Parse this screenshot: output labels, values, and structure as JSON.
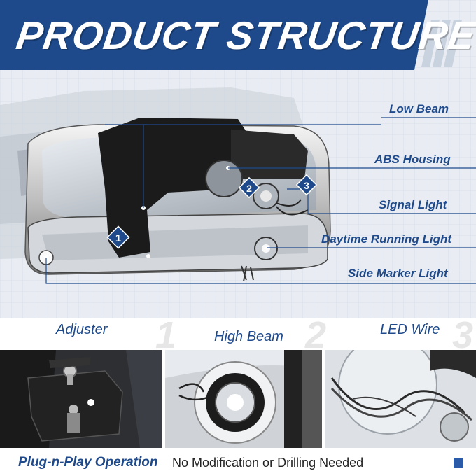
{
  "banner": {
    "title": "PRODUCT STRUCTURE"
  },
  "callouts": [
    {
      "label": "Low Beam"
    },
    {
      "label": "ABS Housing"
    },
    {
      "label": "Signal Light"
    },
    {
      "label": "Daytime Running Light"
    },
    {
      "label": "Side Marker Light"
    }
  ],
  "markers": [
    "1",
    "2",
    "3"
  ],
  "details": [
    {
      "label": "Adjuster",
      "number": "1"
    },
    {
      "label": "High Beam",
      "number": "2"
    },
    {
      "label": "LED Wire",
      "number": "3"
    }
  ],
  "footer": {
    "feature": "Plug-n-Play Operation",
    "note": "No Modification or Drilling Needed"
  },
  "colors": {
    "brand_blue": "#1e4a8c",
    "accent_blue": "#2a5aa8"
  }
}
